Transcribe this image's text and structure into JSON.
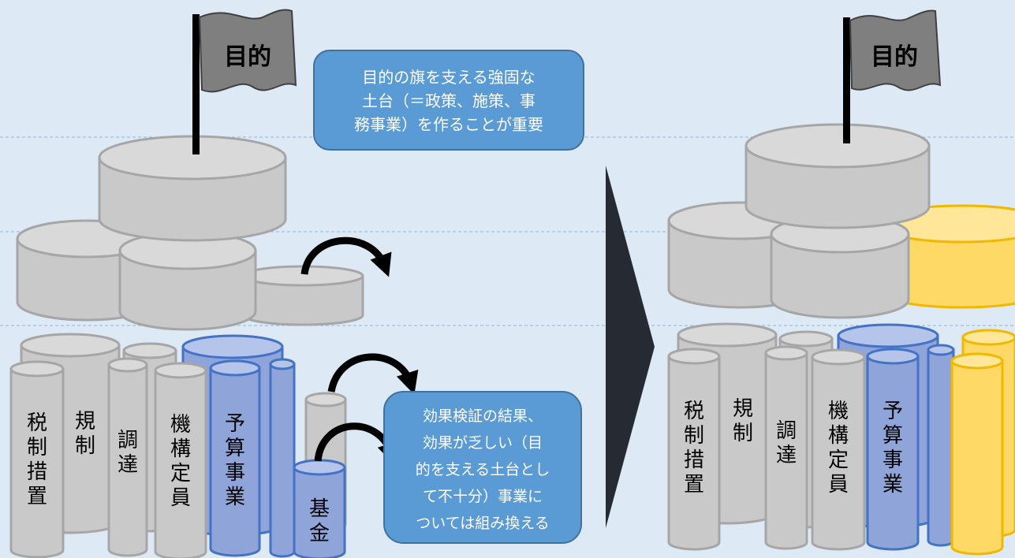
{
  "flag_label_left": "目的",
  "flag_label_right": "目的",
  "callout_top": [
    "目的の旗を支える強固な",
    "土台（＝政策、施策、事",
    "務事業）を作ることが重要"
  ],
  "callout_bottom": [
    "効果検証の結果、",
    "効果が乏しい（目",
    "的を支える土台とし",
    "て不十分）事業に",
    "ついては組み換える"
  ],
  "pillars_left": {
    "tax": "税制措置",
    "regulation": "規制",
    "procurement": "調達",
    "organization": "機構定員",
    "budget": "予算事業",
    "fund": "基金"
  },
  "pillars_right": {
    "tax": "税制措置",
    "regulation": "規制",
    "procurement": "調達",
    "organization": "機構定員",
    "budget": "予算事業"
  },
  "colors": {
    "background": "#dde9f5",
    "gray_fill": "#c9c9c9",
    "gray_top": "#d9d9d9",
    "gray_stroke": "#a6a6a6",
    "blue_fill": "#8fa5da",
    "blue_top": "#b4c4ea",
    "blue_stroke": "#4472c4",
    "yellow_fill": "#ffd966",
    "yellow_top": "#ffe699",
    "yellow_stroke": "#f2b800",
    "callout": "#5b9bd5",
    "arrow": "#262b33"
  }
}
